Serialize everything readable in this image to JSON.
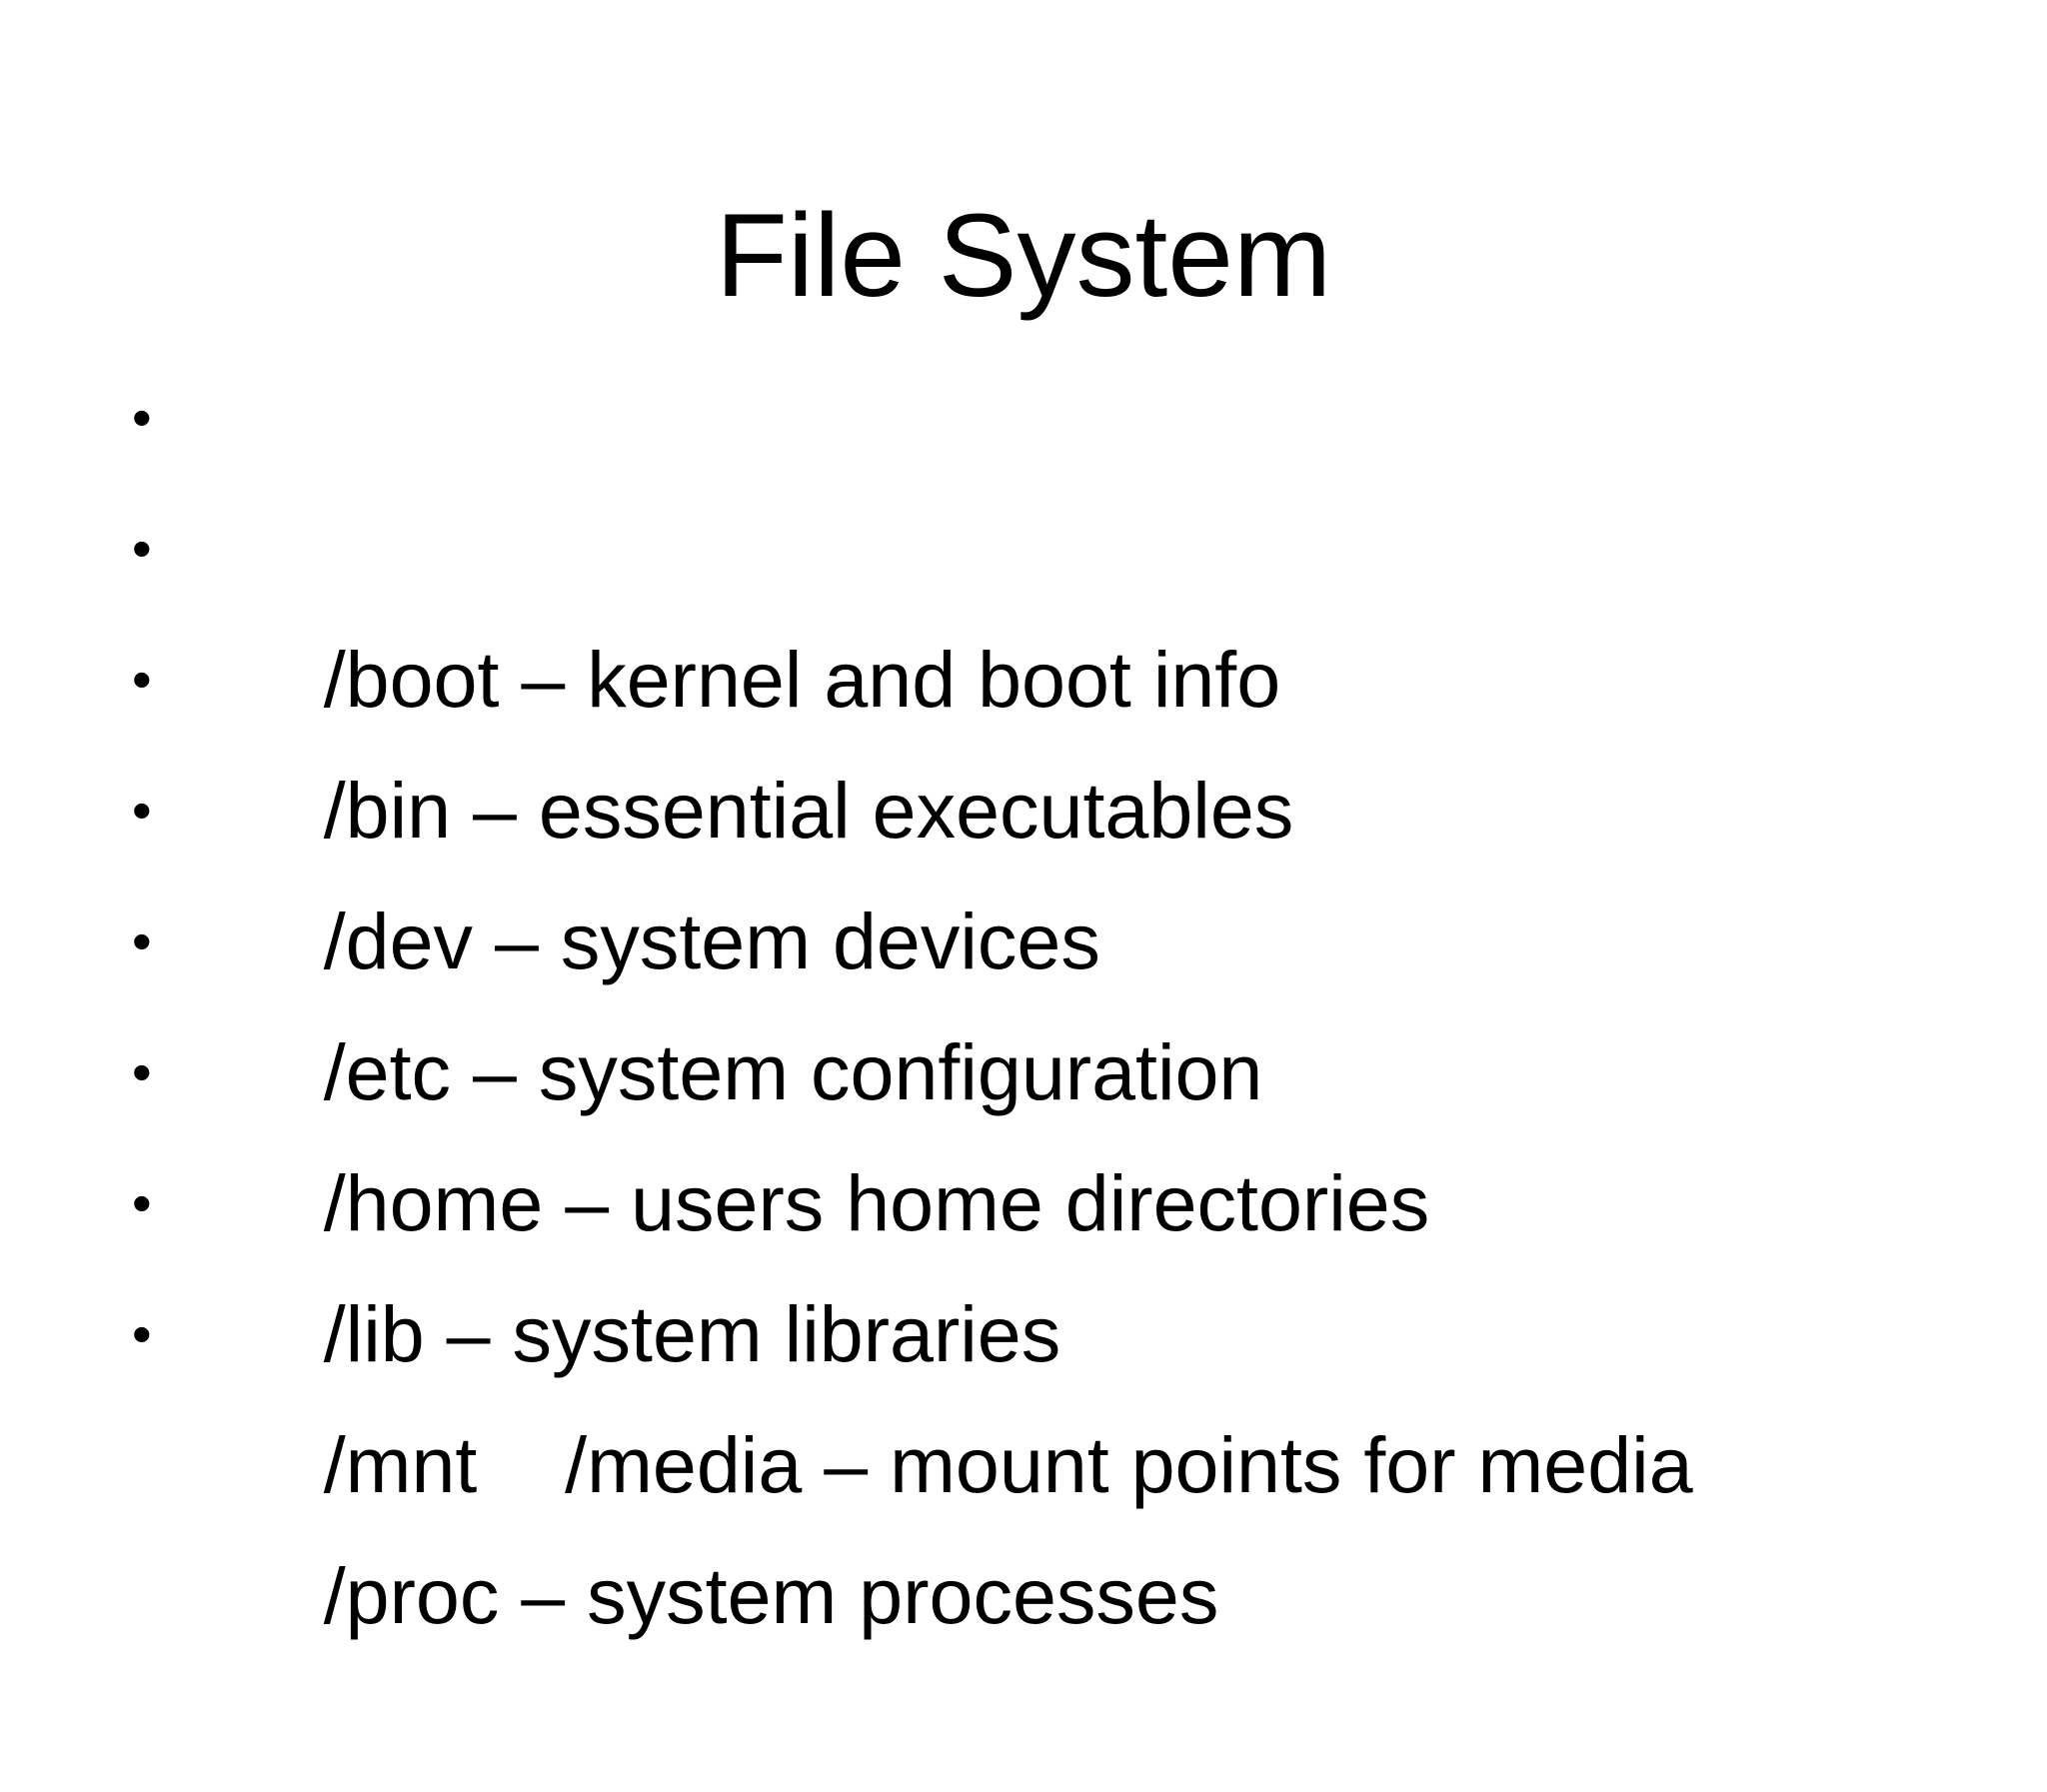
{
  "slide": {
    "title": "File System",
    "background_color": "#ffffff",
    "text_color": "#000000",
    "bullet_glyph": "•",
    "bullets": [
      {
        "label": "/boot – kernel and boot info"
      },
      {
        "label": "/bin – essential executables"
      },
      {
        "label": "/dev – system devices"
      },
      {
        "label": "/etc – system configuration"
      },
      {
        "label": "/home – users home directories"
      },
      {
        "label": "/lib – system libraries"
      },
      {
        "label": "/mnt    /media – mount points for media"
      },
      {
        "label": "/proc – system processes"
      }
    ]
  }
}
